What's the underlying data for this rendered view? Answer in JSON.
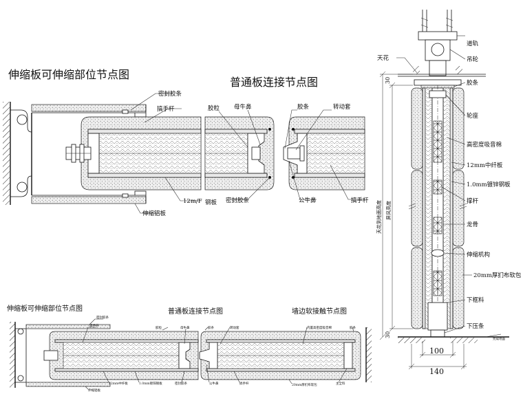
{
  "top_left": {
    "title": "伸缩板可伸缩部位节点图",
    "labels": {
      "seal_glue": "密封胶条",
      "handle_bar": "搞手杆",
      "mm12": "12m/F",
      "telescopic_al": "伸缩铝板"
    }
  },
  "top_middle": {
    "title": "普通板连接节点图",
    "labels": {
      "glue_grain": "胶粒",
      "female_nose": "母牛鼻",
      "glue_strip": "胶条",
      "rotate_sleeve": "转动套",
      "steel_plate": "钢板",
      "seal_glue": "密封胶条",
      "male_nose": "公牛鼻",
      "handle_bar": "搞手杆"
    }
  },
  "right_section": {
    "labels": {
      "track": "道轨",
      "ceiling": "天花",
      "hanger_wheel": "吊轮",
      "glue_strip": "胶条",
      "wheel_seat": "轮座",
      "sound_wool": "高密度吸音棉",
      "mdf": "12mm中纤板",
      "galv_steel": "1.0mm镀锌钢板",
      "strut": "撑杆",
      "keel": "龙骨",
      "telescopic_mech": "伸缩机构",
      "soft_pack": "20mm厚扪布软包",
      "lower_frame": "下框料",
      "press_strip": "下压条",
      "floor": "完成地面"
    },
    "vertical_labels": {
      "ceiling_height": "天花到地面高度",
      "screen_height": "屏风高度"
    },
    "dims": {
      "top_gap": "30",
      "bottom_gap": "30",
      "inner_width": "100",
      "outer_width": "140"
    }
  },
  "bottom_strip": {
    "titles": {
      "left": "伸缩板可伸缩部位节点图",
      "middle": "普通板连接节点图",
      "right": "墙边软接触节点图"
    },
    "labels": {
      "seal_glue_a": "密封胶条",
      "handle_bar_a": "搞手杆",
      "mdf": "12mm中纤板",
      "galv_steel": "1.0mm镀锌钢板",
      "telescopic_al": "伸缩铝板",
      "glue_grain": "胶粒",
      "female_nose": "母牛鼻",
      "seal_glue_b": "密封胶条",
      "glue_strip_a": "胶条",
      "rotate_sleeve": "转动套",
      "male_nose": "公牛鼻",
      "handle_bar_b": "搞手杆",
      "sound_wool": "内置高密度吸音棉",
      "soft_pack": "20mm厚扪布软包",
      "glue_strip_b": "胶条",
      "main_material": "主全料"
    }
  }
}
